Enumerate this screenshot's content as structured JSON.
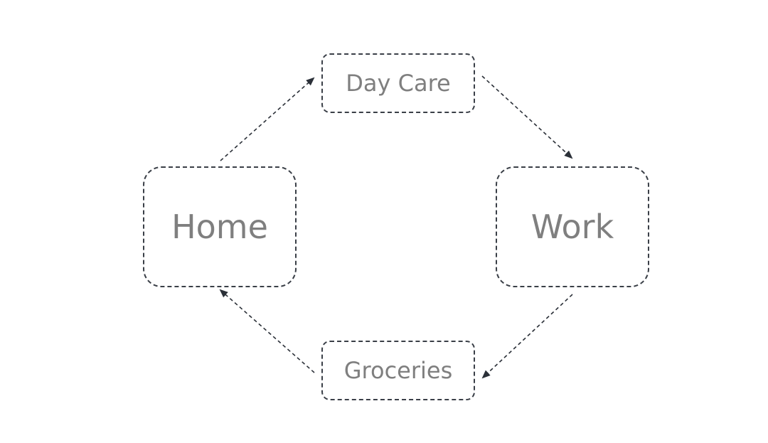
{
  "diagram": {
    "nodes": {
      "day_care": "Day Care",
      "work": "Work",
      "groceries": "Groceries",
      "home": "Home"
    },
    "edges": [
      {
        "from": "home",
        "to": "day_care"
      },
      {
        "from": "day_care",
        "to": "work"
      },
      {
        "from": "work",
        "to": "groceries"
      },
      {
        "from": "groceries",
        "to": "home"
      }
    ],
    "colors": {
      "border": "#3a3f47",
      "label": "#7f7f7f",
      "arrow": "#2b3038"
    }
  }
}
